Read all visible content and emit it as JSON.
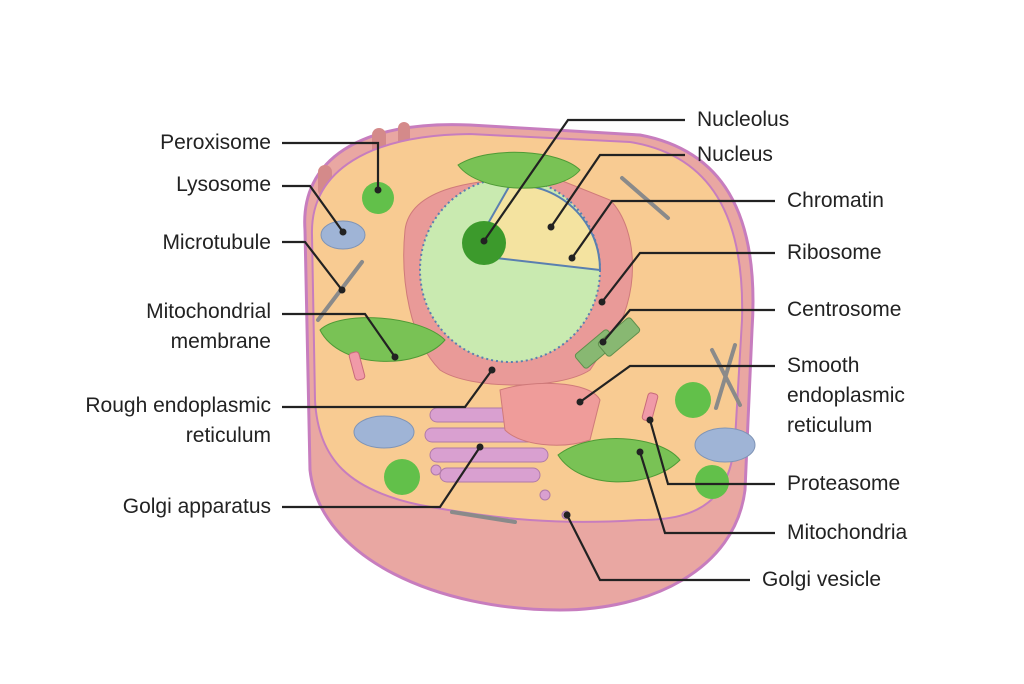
{
  "title": "Animal cell diagram",
  "labels_left": [
    {
      "id": "peroxisome",
      "text": "Peroxisome"
    },
    {
      "id": "lysosome",
      "text": "Lysosome"
    },
    {
      "id": "microtubule",
      "text": "Microtubule"
    },
    {
      "id": "mito-membrane",
      "lines": [
        "Mitochondrial",
        "membrane"
      ]
    },
    {
      "id": "rough-er",
      "lines": [
        "Rough endoplasmic",
        "reticulum"
      ]
    },
    {
      "id": "golgi",
      "text": "Golgi apparatus"
    }
  ],
  "labels_right": [
    {
      "id": "nucleolus",
      "text": "Nucleolus"
    },
    {
      "id": "nucleus",
      "text": "Nucleus"
    },
    {
      "id": "chromatin",
      "text": "Chromatin"
    },
    {
      "id": "ribosome",
      "text": "Ribosome"
    },
    {
      "id": "centrosome",
      "text": "Centrosome"
    },
    {
      "id": "smooth-er",
      "lines": [
        "Smooth",
        "endoplasmic",
        "reticulum"
      ]
    },
    {
      "id": "proteasome",
      "text": "Proteasome"
    },
    {
      "id": "mitochondria",
      "text": "Mitochondria"
    },
    {
      "id": "golgi-vesicle",
      "text": "Golgi vesicle"
    }
  ],
  "colors": {
    "cytoplasm": "#f8cb92",
    "membrane": "#c77dbe",
    "side": "#e9a7a2",
    "nucleus": "#c9eab0",
    "mito": "#79c255",
    "lysosome": "#9fb4d6",
    "golgi": "#d9a0d0",
    "line": "#222222"
  }
}
